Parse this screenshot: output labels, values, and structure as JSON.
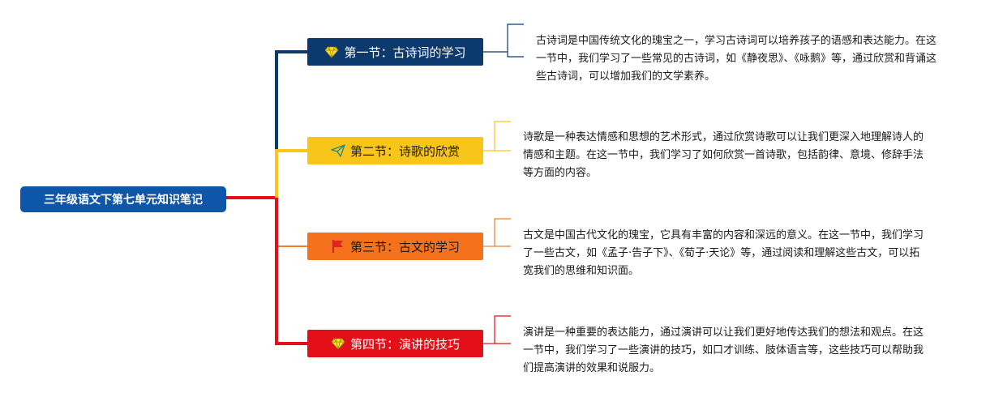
{
  "root": {
    "label": "三年级语文下第七单元知识笔记"
  },
  "branches": [
    {
      "label": "第一节：古诗词的学习",
      "icon": "diamond-icon",
      "bg": "#0d3a6e",
      "fg": "#ffffff",
      "line": "#0d3a6e",
      "note": "古诗词是中国传统文化的瑰宝之一，学习古诗词可以培养孩子的语感和表达能力。在这一节中，我们学习了一些常见的古诗词，如《静夜思》、《咏鹅》等，通过欣赏和背诵这些古诗词，可以增加我们的文学素养。"
    },
    {
      "label": "第二节：诗歌的欣赏",
      "icon": "paper-plane-icon",
      "bg": "#f8c51a",
      "fg": "#1a1a1a",
      "line": "#f8c51a",
      "note": "诗歌是一种表达情感和思想的艺术形式，通过欣赏诗歌可以让我们更深入地理解诗人的情感和主题。在这一节中，我们学习了如何欣赏一首诗歌，包括韵律、意境、修辞手法等方面的内容。"
    },
    {
      "label": "第三节：古文的学习",
      "icon": "flag-icon",
      "bg": "#f5711c",
      "fg": "#1a1a1a",
      "line": "#ee7d2c",
      "note": "古文是中国古代文化的瑰宝，它具有丰富的内容和深远的意义。在这一节中，我们学习了一些古文，如《孟子·告子下》、《荀子·天论》等，通过阅读和理解这些古文，可以拓宽我们的思维和知识面。"
    },
    {
      "label": "第四节：演讲的技巧",
      "icon": "diamond-icon",
      "bg": "#e31019",
      "fg": "#ffffff",
      "line": "#e31019",
      "note": "演讲是一种重要的表达能力，通过演讲可以让我们更好地传达我们的想法和观点。在这一节中，我们学习了一些演讲的技巧，如口才训练、肢体语言等，这些技巧可以帮助我们提高演讲的效果和说服力。"
    }
  ]
}
